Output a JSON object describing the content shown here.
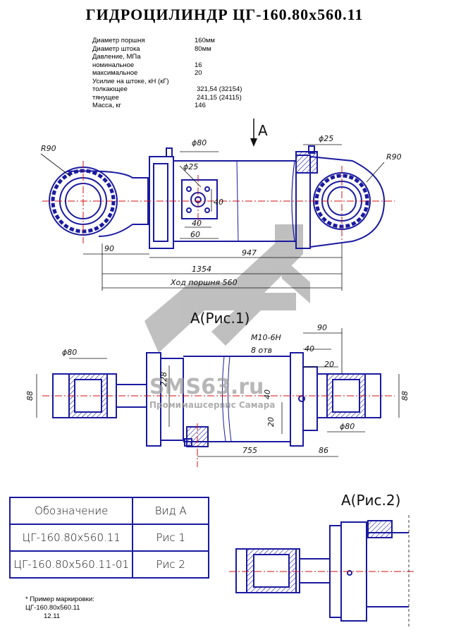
{
  "title": "ГИДРОЦИЛИНДР  ЦГ-160.80х560.11",
  "specs": [
    {
      "label": "Диаметр поршня",
      "value": "160мм",
      "indent": false
    },
    {
      "label": "Диаметр штока",
      "value": "80мм",
      "indent": false
    },
    {
      "label": "Давление, МПа",
      "value": "",
      "indent": false
    },
    {
      "label": "номинальное",
      "value": "16",
      "indent": false
    },
    {
      "label": "максимальное",
      "value": "20",
      "indent": false
    },
    {
      "label": "Усилие на штоке, кН (кГ)",
      "value": "",
      "indent": false
    },
    {
      "label": "толкающее",
      "value": "321,54 (32154)",
      "indent": true
    },
    {
      "label": "тянущее",
      "value": "241,15 (24115)",
      "indent": true
    },
    {
      "label": "Масса, кг",
      "value": "146",
      "indent": false
    }
  ],
  "view1": {
    "arrow_label": "A",
    "r_left": "R90",
    "r_right": "R90",
    "phi80": "ϕ80",
    "phi25_port": "ϕ25",
    "phi25_top": "ϕ25",
    "d40v": "40",
    "d40h": "40",
    "d60": "60",
    "d90": "90",
    "d947": "947",
    "d1354": "1354",
    "stroke": "Ход поршня 560"
  },
  "view2": {
    "caption": "А(Рис.1)",
    "d90": "90",
    "thread": "М10-6Н",
    "holes": "8 отв",
    "d40": "40",
    "d20h": "20",
    "phi80l": "ϕ80",
    "phi80r": "ϕ80",
    "d228": "228",
    "phi40": "40",
    "d20v": "20",
    "d88l": "88",
    "d88r": "88",
    "d755": "755",
    "d86": "86"
  },
  "view3": {
    "caption": "А(Рис.2)"
  },
  "watermark": {
    "brand": "SMS63.ru",
    "subtitle": "Промимашсервис Самара"
  },
  "table": {
    "header": [
      "Обозначение",
      "Вид А"
    ],
    "rows": [
      [
        "ЦГ-160.80х560.11",
        "Рис 1"
      ],
      [
        "ЦГ-160.80х560.11-01",
        "Рис 2"
      ]
    ]
  },
  "note": {
    "line1": "* Пример маркировки:",
    "line2": "ЦГ-160.80х560.11",
    "line3": "12.11"
  },
  "colors": {
    "outline": "#1a1aa0",
    "center": "#d01010",
    "hatch": "#1a1aa0",
    "watermark": "#9a9a9a"
  }
}
